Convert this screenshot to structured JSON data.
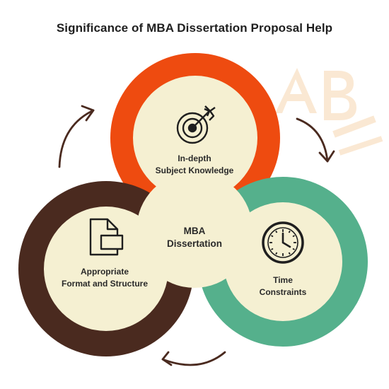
{
  "title": "Significance of MBA Dissertation Proposal Help",
  "center": {
    "line1": "MBA",
    "line2": "Dissertation"
  },
  "items": [
    {
      "line1": "In-depth",
      "line2": "Subject Knowledge",
      "ring_color": "#ee4b10",
      "icon": "target-icon"
    },
    {
      "line1": "Appropriate",
      "line2": "Format and Structure",
      "ring_color": "#4a2a1f",
      "icon": "document-icon"
    },
    {
      "line1": "Time",
      "line2": "Constraints",
      "ring_color": "#55b08c",
      "icon": "clock-icon"
    }
  ],
  "colors": {
    "fill": "#f5f0d2",
    "arrow": "#4a2a1f",
    "watermark": "#f7d7b0",
    "icon": "#1f1f1f"
  }
}
